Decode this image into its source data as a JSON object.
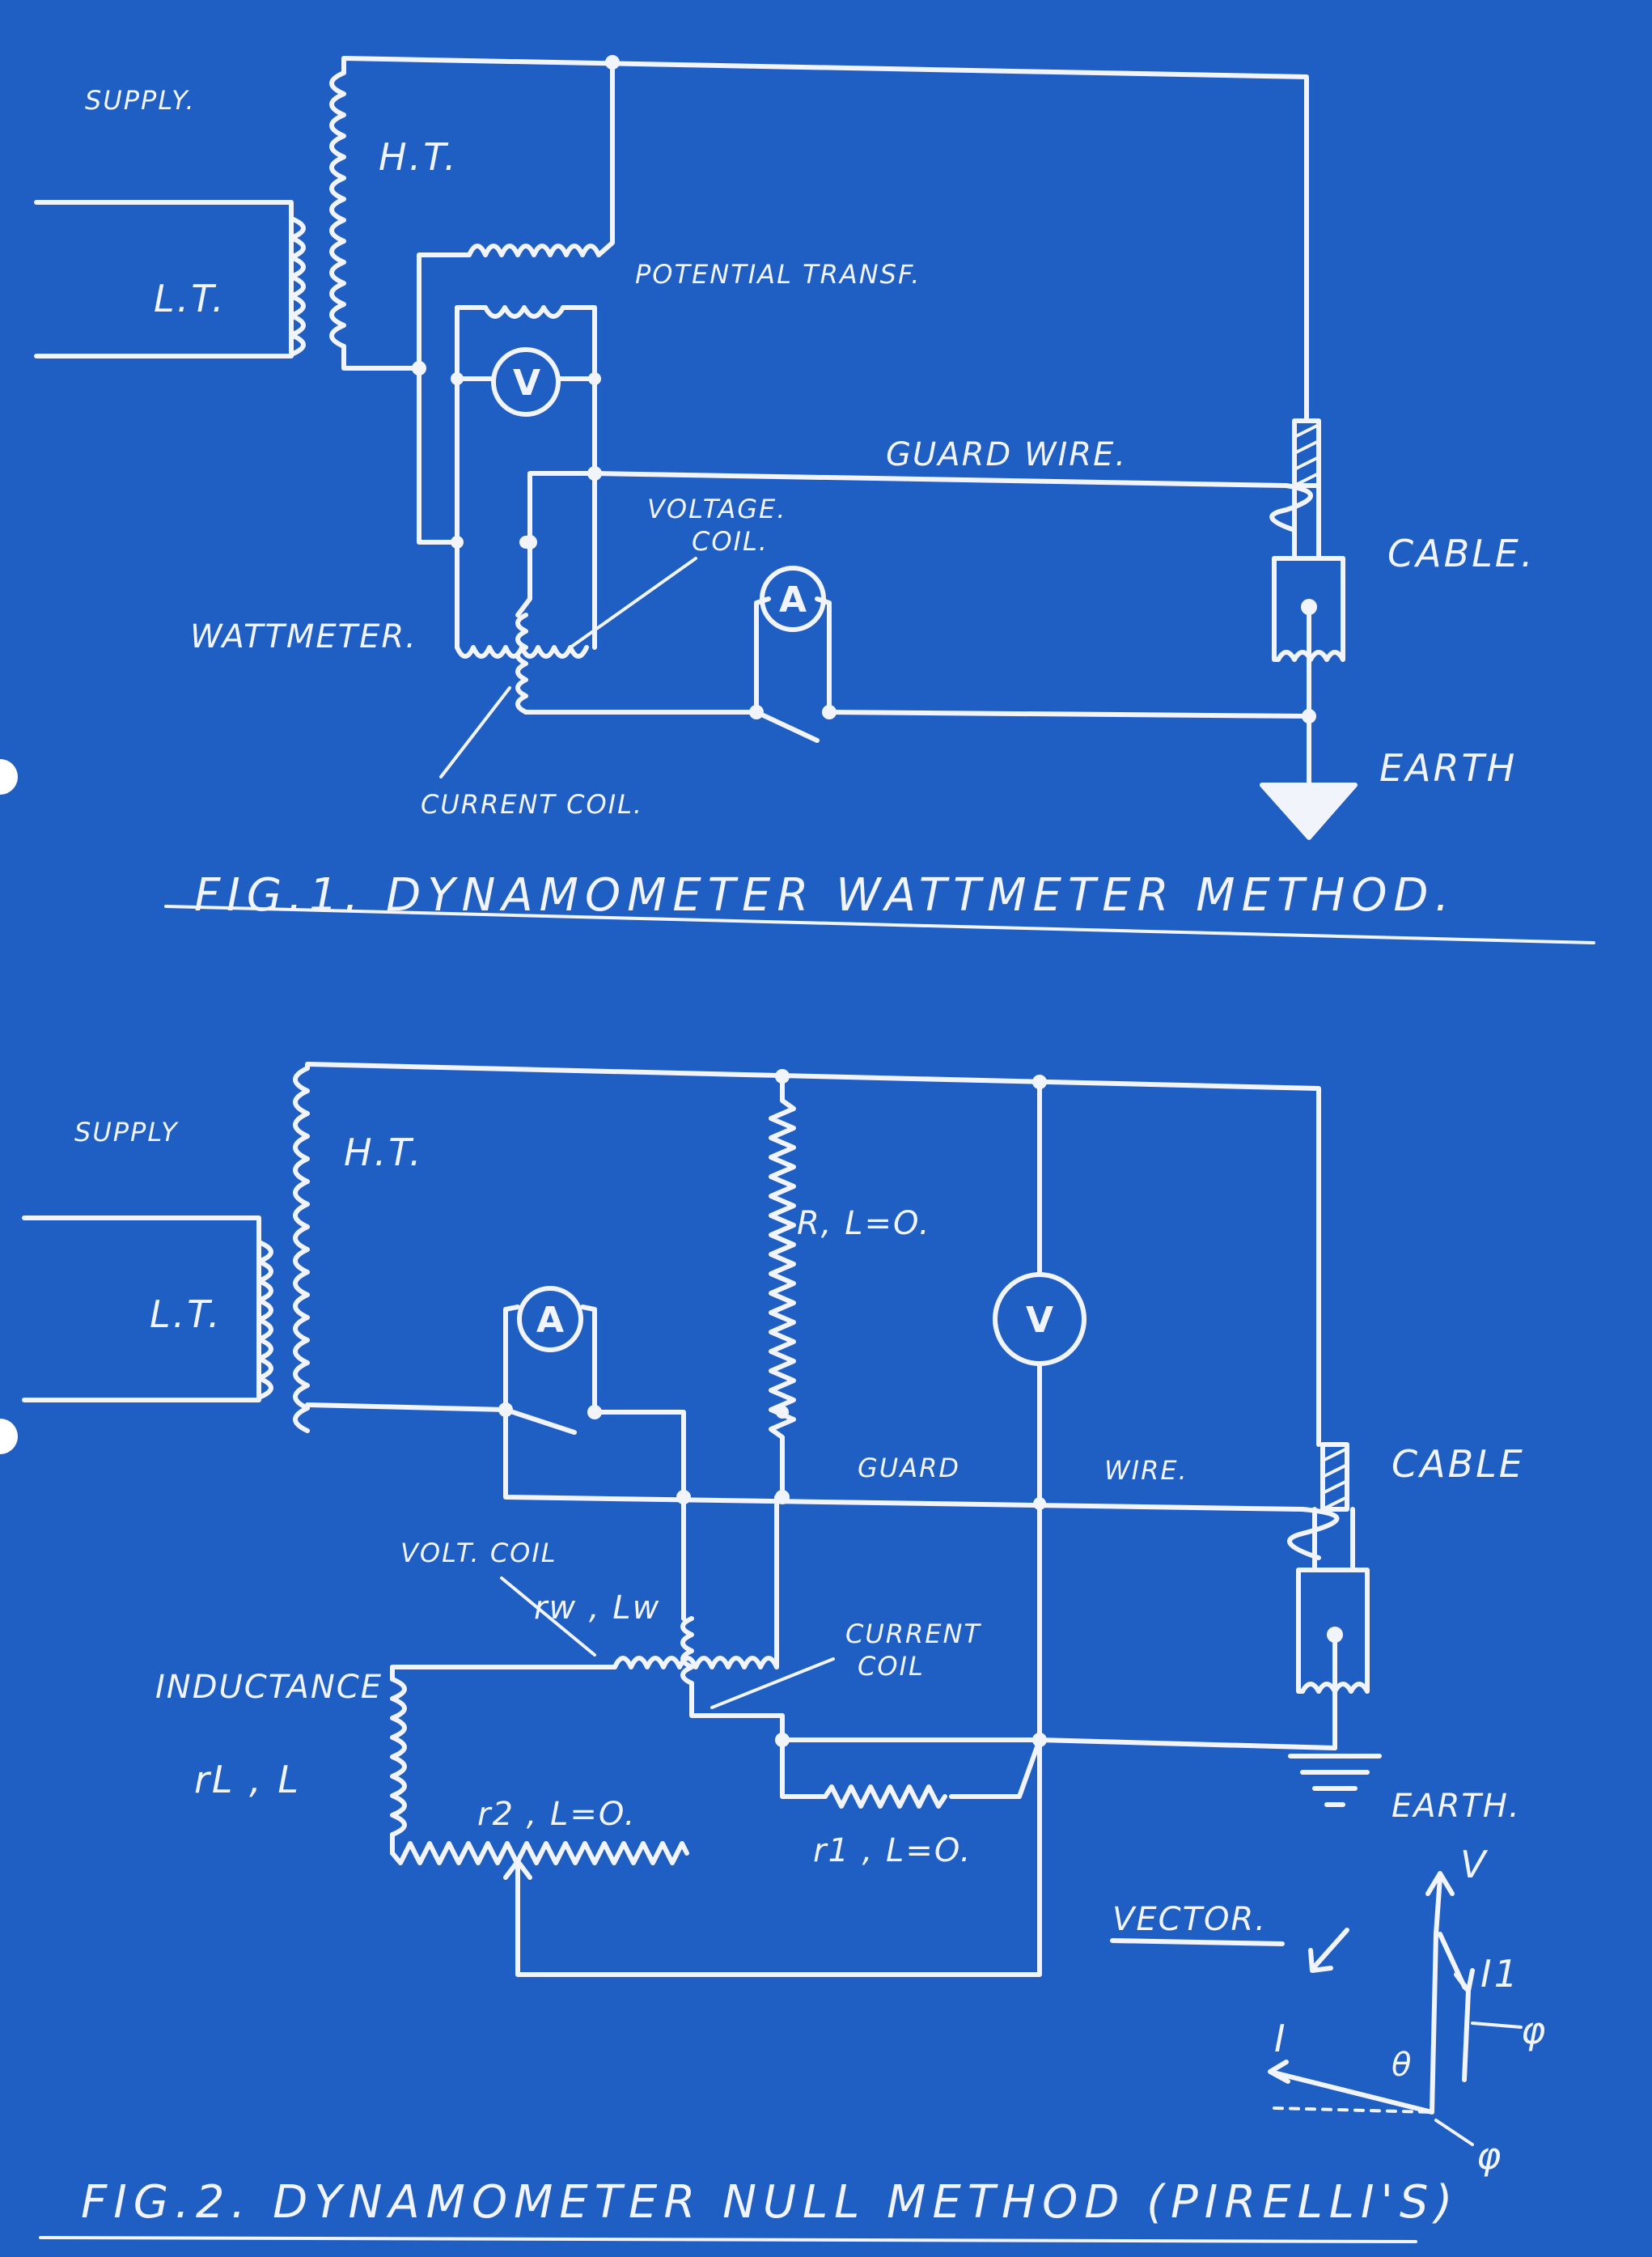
{
  "fig1": {
    "supply": "SUPPLY.",
    "ht": "H.T.",
    "lt": "L.T.",
    "potential_transf": "POTENTIAL TRANSF.",
    "voltmeter": "V",
    "guard_wire": "GUARD WIRE.",
    "voltage_coil_1": "VOLTAGE.",
    "voltage_coil_2": "COIL.",
    "ammeter": "A",
    "cable": "CABLE.",
    "wattmeter": "WATTMETER.",
    "current_coil": "CURRENT COIL.",
    "earth": "EARTH",
    "caption": "FIG.1. DYNAMOMETER WATTMETER METHOD."
  },
  "fig2": {
    "supply": "SUPPLY",
    "ht": "H.T.",
    "lt": "L.T.",
    "ammeter": "A",
    "resistor_r": "R, L=O.",
    "voltmeter": "V",
    "cable": "CABLE",
    "guard": "GUARD",
    "wire": "WIRE.",
    "volt_coil": "VOLT. COIL",
    "rw_lw": "rw , Lw",
    "current_coil_1": "CURRENT",
    "current_coil_2": "COIL",
    "inductance": "INDUCTANCE",
    "rl_l": "rL , L",
    "r2": "r2 , L=O.",
    "r1": "r1 , L=O.",
    "earth": "EARTH.",
    "vector": "VECTOR.",
    "vec_v": "V",
    "vec_i1": "I1",
    "vec_i": "I",
    "vec_theta": "θ",
    "vec_phi_1": "φ",
    "vec_phi_2": "φ",
    "caption": "FIG.2. DYNAMOMETER NULL METHOD (PIRELLI'S)"
  },
  "colors": {
    "background": "#1f5fc4",
    "ink": "#f2f4fb"
  }
}
